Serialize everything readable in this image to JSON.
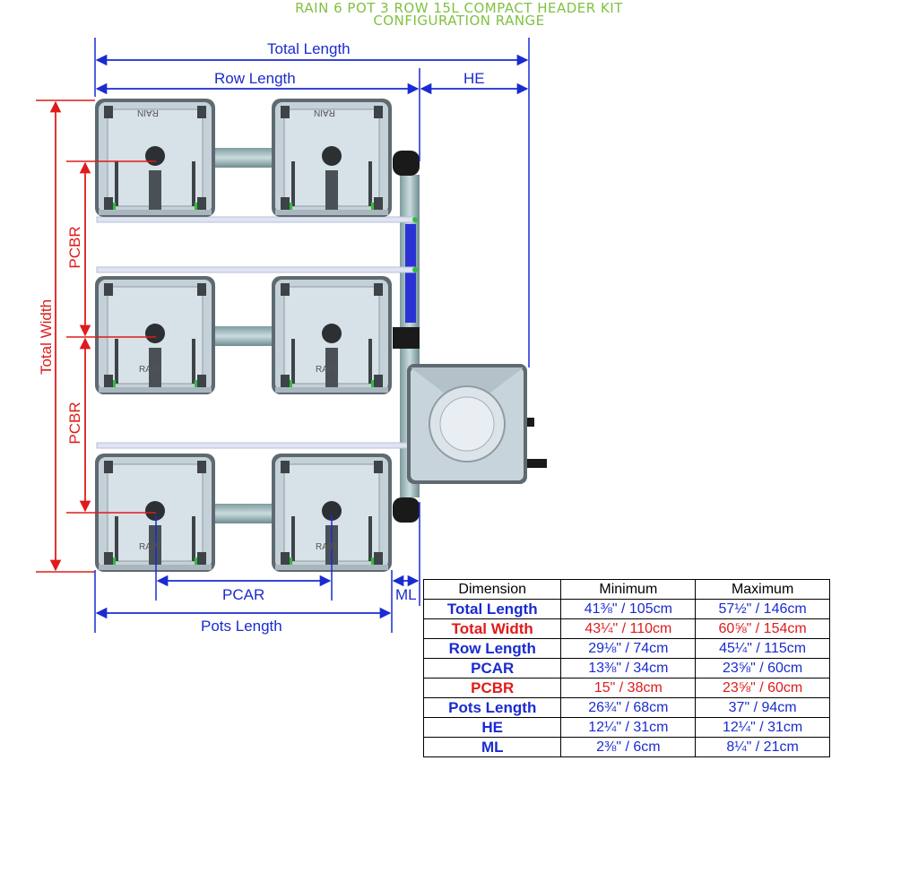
{
  "title": {
    "line1": "RAIN 6 POT 3 ROW 15L COMPACT HEADER KIT",
    "line2": "CONFIGURATION RANGE"
  },
  "diagram": {
    "labels": {
      "total_length": "Total Length",
      "row_length": "Row Length",
      "he": "HE",
      "total_width": "Total Width",
      "pcbr_top": "PCBR",
      "pcbr_bottom": "PCBR",
      "pcar": "PCAR",
      "ml": "ML",
      "pots_length": "Pots Length"
    },
    "pot_logo_text": "RAIN",
    "colors": {
      "blue": "#1a2bd1",
      "red": "#e01b1b",
      "title_green": "#7fc241"
    }
  },
  "table": {
    "headers": [
      "Dimension",
      "Minimum",
      "Maximum"
    ],
    "rows": [
      {
        "dimension": "Total Length",
        "min": "41⅜\" / 105cm",
        "max": "57½\" / 146cm",
        "color": "blue"
      },
      {
        "dimension": "Total Width",
        "min": "43¼\" / 110cm",
        "max": "60⅝\" / 154cm",
        "color": "red"
      },
      {
        "dimension": "Row Length",
        "min": "29⅛\" / 74cm",
        "max": "45¼\" / 115cm",
        "color": "blue"
      },
      {
        "dimension": "PCAR",
        "min": "13⅜\" / 34cm",
        "max": "23⅝\" / 60cm",
        "color": "blue"
      },
      {
        "dimension": "PCBR",
        "min": "15\" / 38cm",
        "max": "23⅝\" / 60cm",
        "color": "red"
      },
      {
        "dimension": "Pots Length",
        "min": "26¾\" / 68cm",
        "max": "37\" / 94cm",
        "color": "blue"
      },
      {
        "dimension": "HE",
        "min": "12¼\" / 31cm",
        "max": "12¼\" / 31cm",
        "color": "blue"
      },
      {
        "dimension": "ML",
        "min": "2⅜\" / 6cm",
        "max": "8¼\" / 21cm",
        "color": "blue"
      }
    ]
  }
}
